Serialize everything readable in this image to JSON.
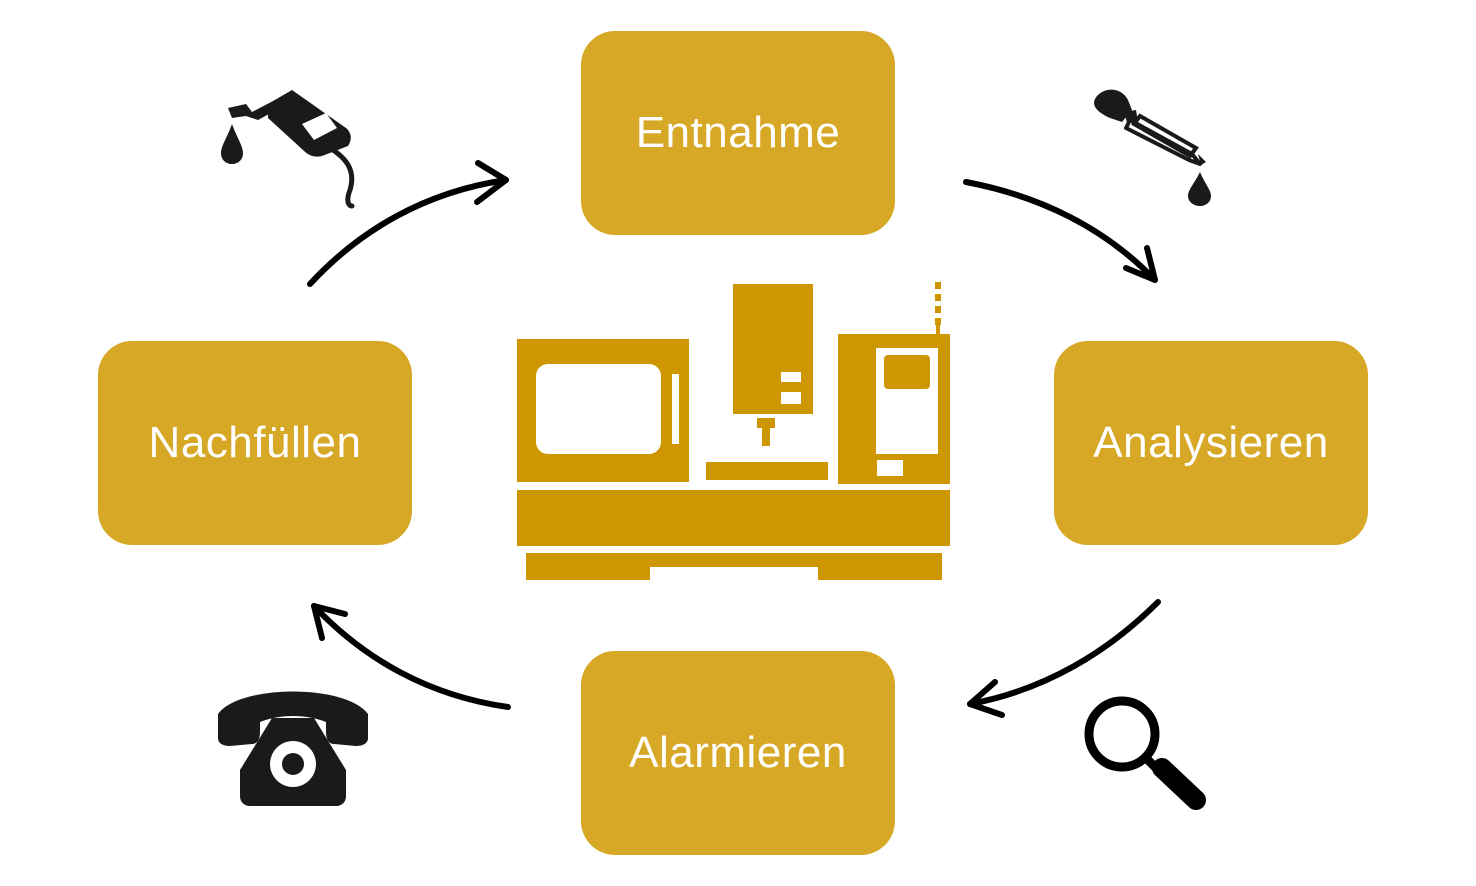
{
  "colors": {
    "box_fill": "#D7A726",
    "machine_fill": "#CE9600",
    "arrow": "#000000",
    "icon": "#1a1a1a",
    "text": "#ffffff"
  },
  "steps": [
    {
      "id": "entnahme",
      "label": "Entnahme"
    },
    {
      "id": "analysieren",
      "label": "Analysieren"
    },
    {
      "id": "alarmieren",
      "label": "Alarmieren"
    },
    {
      "id": "nachfuellen",
      "label": "Nachfüllen"
    }
  ],
  "icons": {
    "top_left": "fuel-nozzle-icon",
    "top_right": "pipette-icon",
    "bottom_right": "magnifier-icon",
    "bottom_left": "telephone-icon",
    "center": "cnc-machine-icon"
  }
}
